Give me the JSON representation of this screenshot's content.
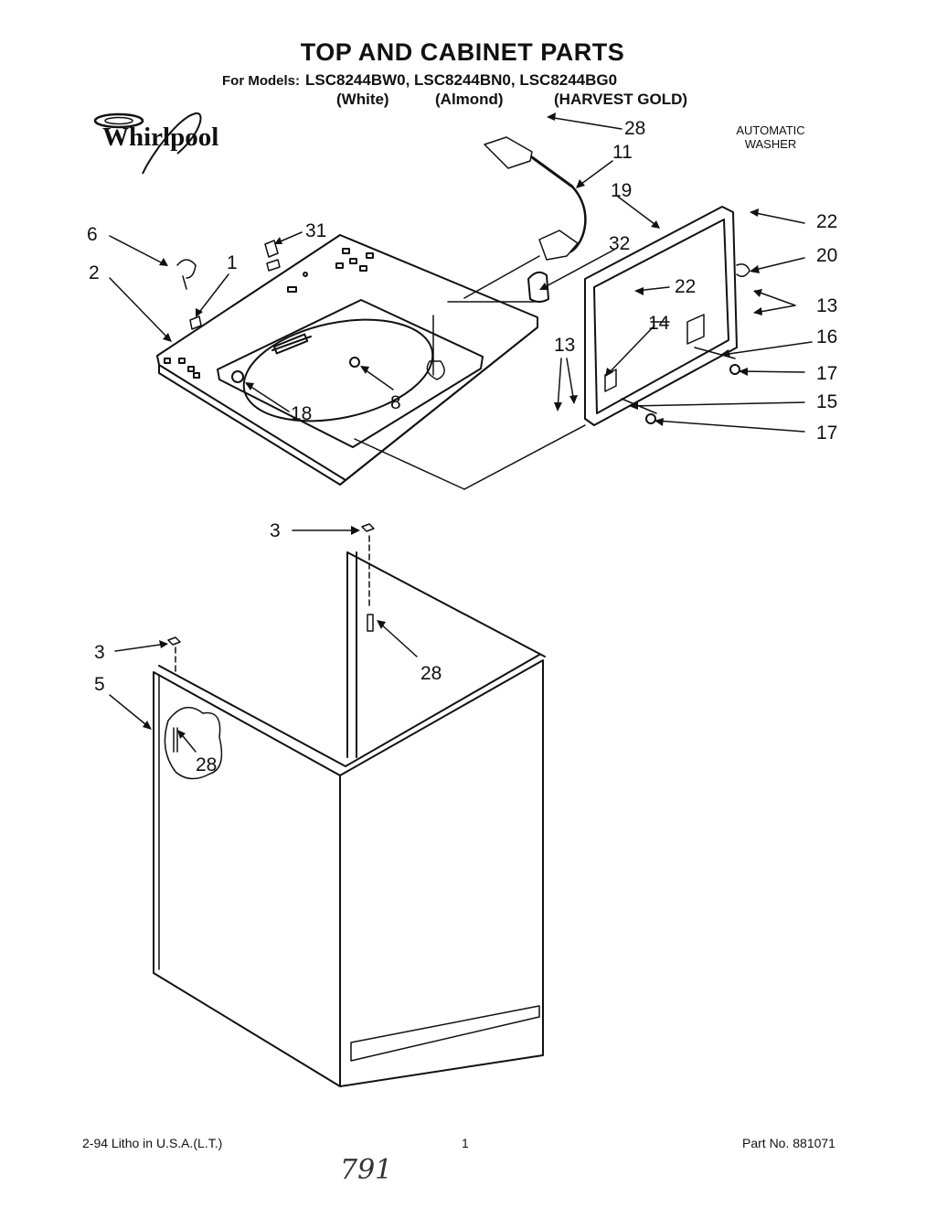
{
  "header": {
    "title": "TOP AND CABINET PARTS",
    "models_label": "For Models:",
    "models": "LSC8244BW0, LSC8244BN0, LSC8244BG0",
    "colors": [
      "(White)",
      "(Almond)",
      "(HARVEST GOLD)"
    ]
  },
  "brand": {
    "logo_text": "Whirlpool"
  },
  "product_type": [
    "AUTOMATIC",
    "WASHER"
  ],
  "callouts": {
    "c28_top": "28",
    "c11": "11",
    "c19": "19",
    "c22_right": "22",
    "c20": "20",
    "c13_right": "13",
    "c16": "16",
    "c17_upper": "17",
    "c15": "15",
    "c17_lower": "17",
    "c31": "31",
    "c6": "6",
    "c1": "1",
    "c2": "2",
    "c32": "32",
    "c22_inner": "22",
    "c14": "14",
    "c13_left": "13",
    "c18": "18",
    "c8": "8",
    "c3_upper": "3",
    "c3_lower": "3",
    "c5": "5",
    "c28_mid": "28",
    "c28_low": "28"
  },
  "footer": {
    "litho": "2-94 Litho in U.S.A.(L.T.)",
    "page": "1",
    "part_no": "Part No. 881071",
    "handwritten": "791"
  },
  "colors_palette": {
    "ink": "#111111",
    "paper": "#ffffff"
  }
}
